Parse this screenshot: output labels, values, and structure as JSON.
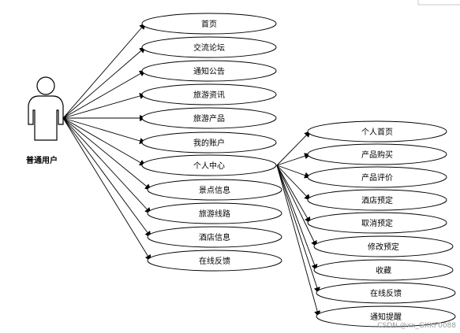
{
  "actor": {
    "label": "普通用户"
  },
  "main_use_cases": [
    "首页",
    "交流论坛",
    "通知公告",
    "旅游资讯",
    "旅游产品",
    "我的账户",
    "个人中心",
    "景点信息",
    "旅游线路",
    "酒店信息",
    "在线反馈"
  ],
  "sub_use_cases": [
    "个人首页",
    "产品购买",
    "产品评价",
    "酒店预定",
    "取消预定",
    "修改预定",
    "收藏",
    "在线反馈",
    "通知提醒"
  ],
  "parent_use_case": "个人中心",
  "watermark": "CSDN @xx_GXKF0088"
}
